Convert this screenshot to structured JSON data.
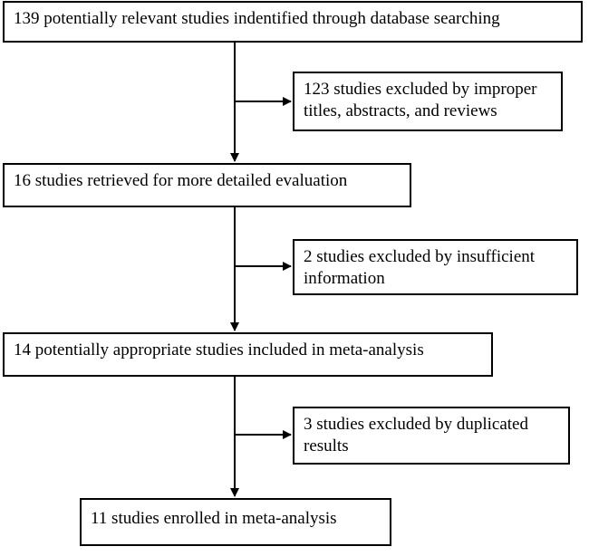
{
  "flowchart": {
    "steps": [
      {
        "text": "139 potentially relevant studies indentified through database searching"
      },
      {
        "text": "16 studies retrieved for more detailed evaluation"
      },
      {
        "text": "14 potentially appropriate studies included in meta-analysis"
      },
      {
        "text": "11 studies enrolled in meta-analysis"
      }
    ],
    "exclusions": [
      {
        "line1": "123 studies excluded by improper",
        "line2": "titles, abstracts, and reviews"
      },
      {
        "line1": "2 studies excluded by insufficient",
        "line2": "information"
      },
      {
        "line1": "3 studies excluded by duplicated",
        "line2": "results"
      }
    ]
  }
}
